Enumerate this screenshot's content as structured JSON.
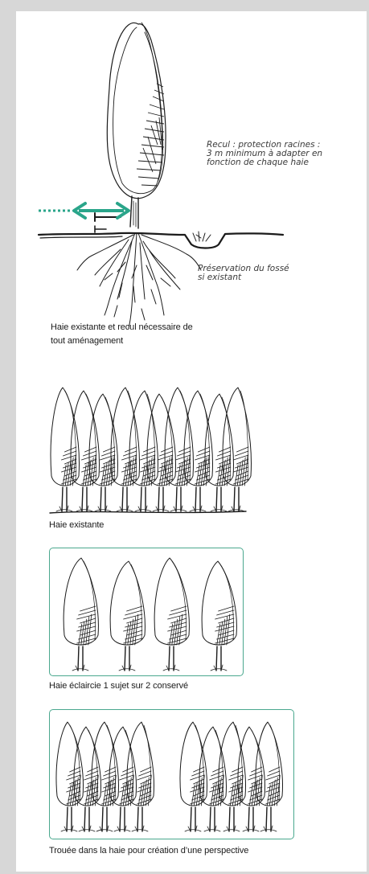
{
  "figure1": {
    "annotation_recul": [
      "Recul : protection racines :",
      "3 m minimum à adapter en",
      "fonction de chaque haie"
    ],
    "annotation_fosse": [
      "Préservation du fossé",
      "si existant"
    ],
    "caption": [
      "Haie existante et recul nécessaire de",
      "tout aménagement"
    ]
  },
  "figure2": {
    "caption": "Haie existante"
  },
  "figure3": {
    "caption": "Haie éclaircie 1 sujet sur 2 conservé"
  },
  "figure4": {
    "caption": "Trouée dans la haie pour création d’une perspective"
  },
  "colors": {
    "accent_teal": "#2aa58a",
    "frame_teal": "#4aa88e",
    "ink": "#1b1b1b",
    "page_background": "#d7d7d7",
    "sheet_background": "#ffffff"
  },
  "icons": {
    "arrow": "double-headed-arrow-icon",
    "dotted_line": "dotted-extension-line"
  }
}
